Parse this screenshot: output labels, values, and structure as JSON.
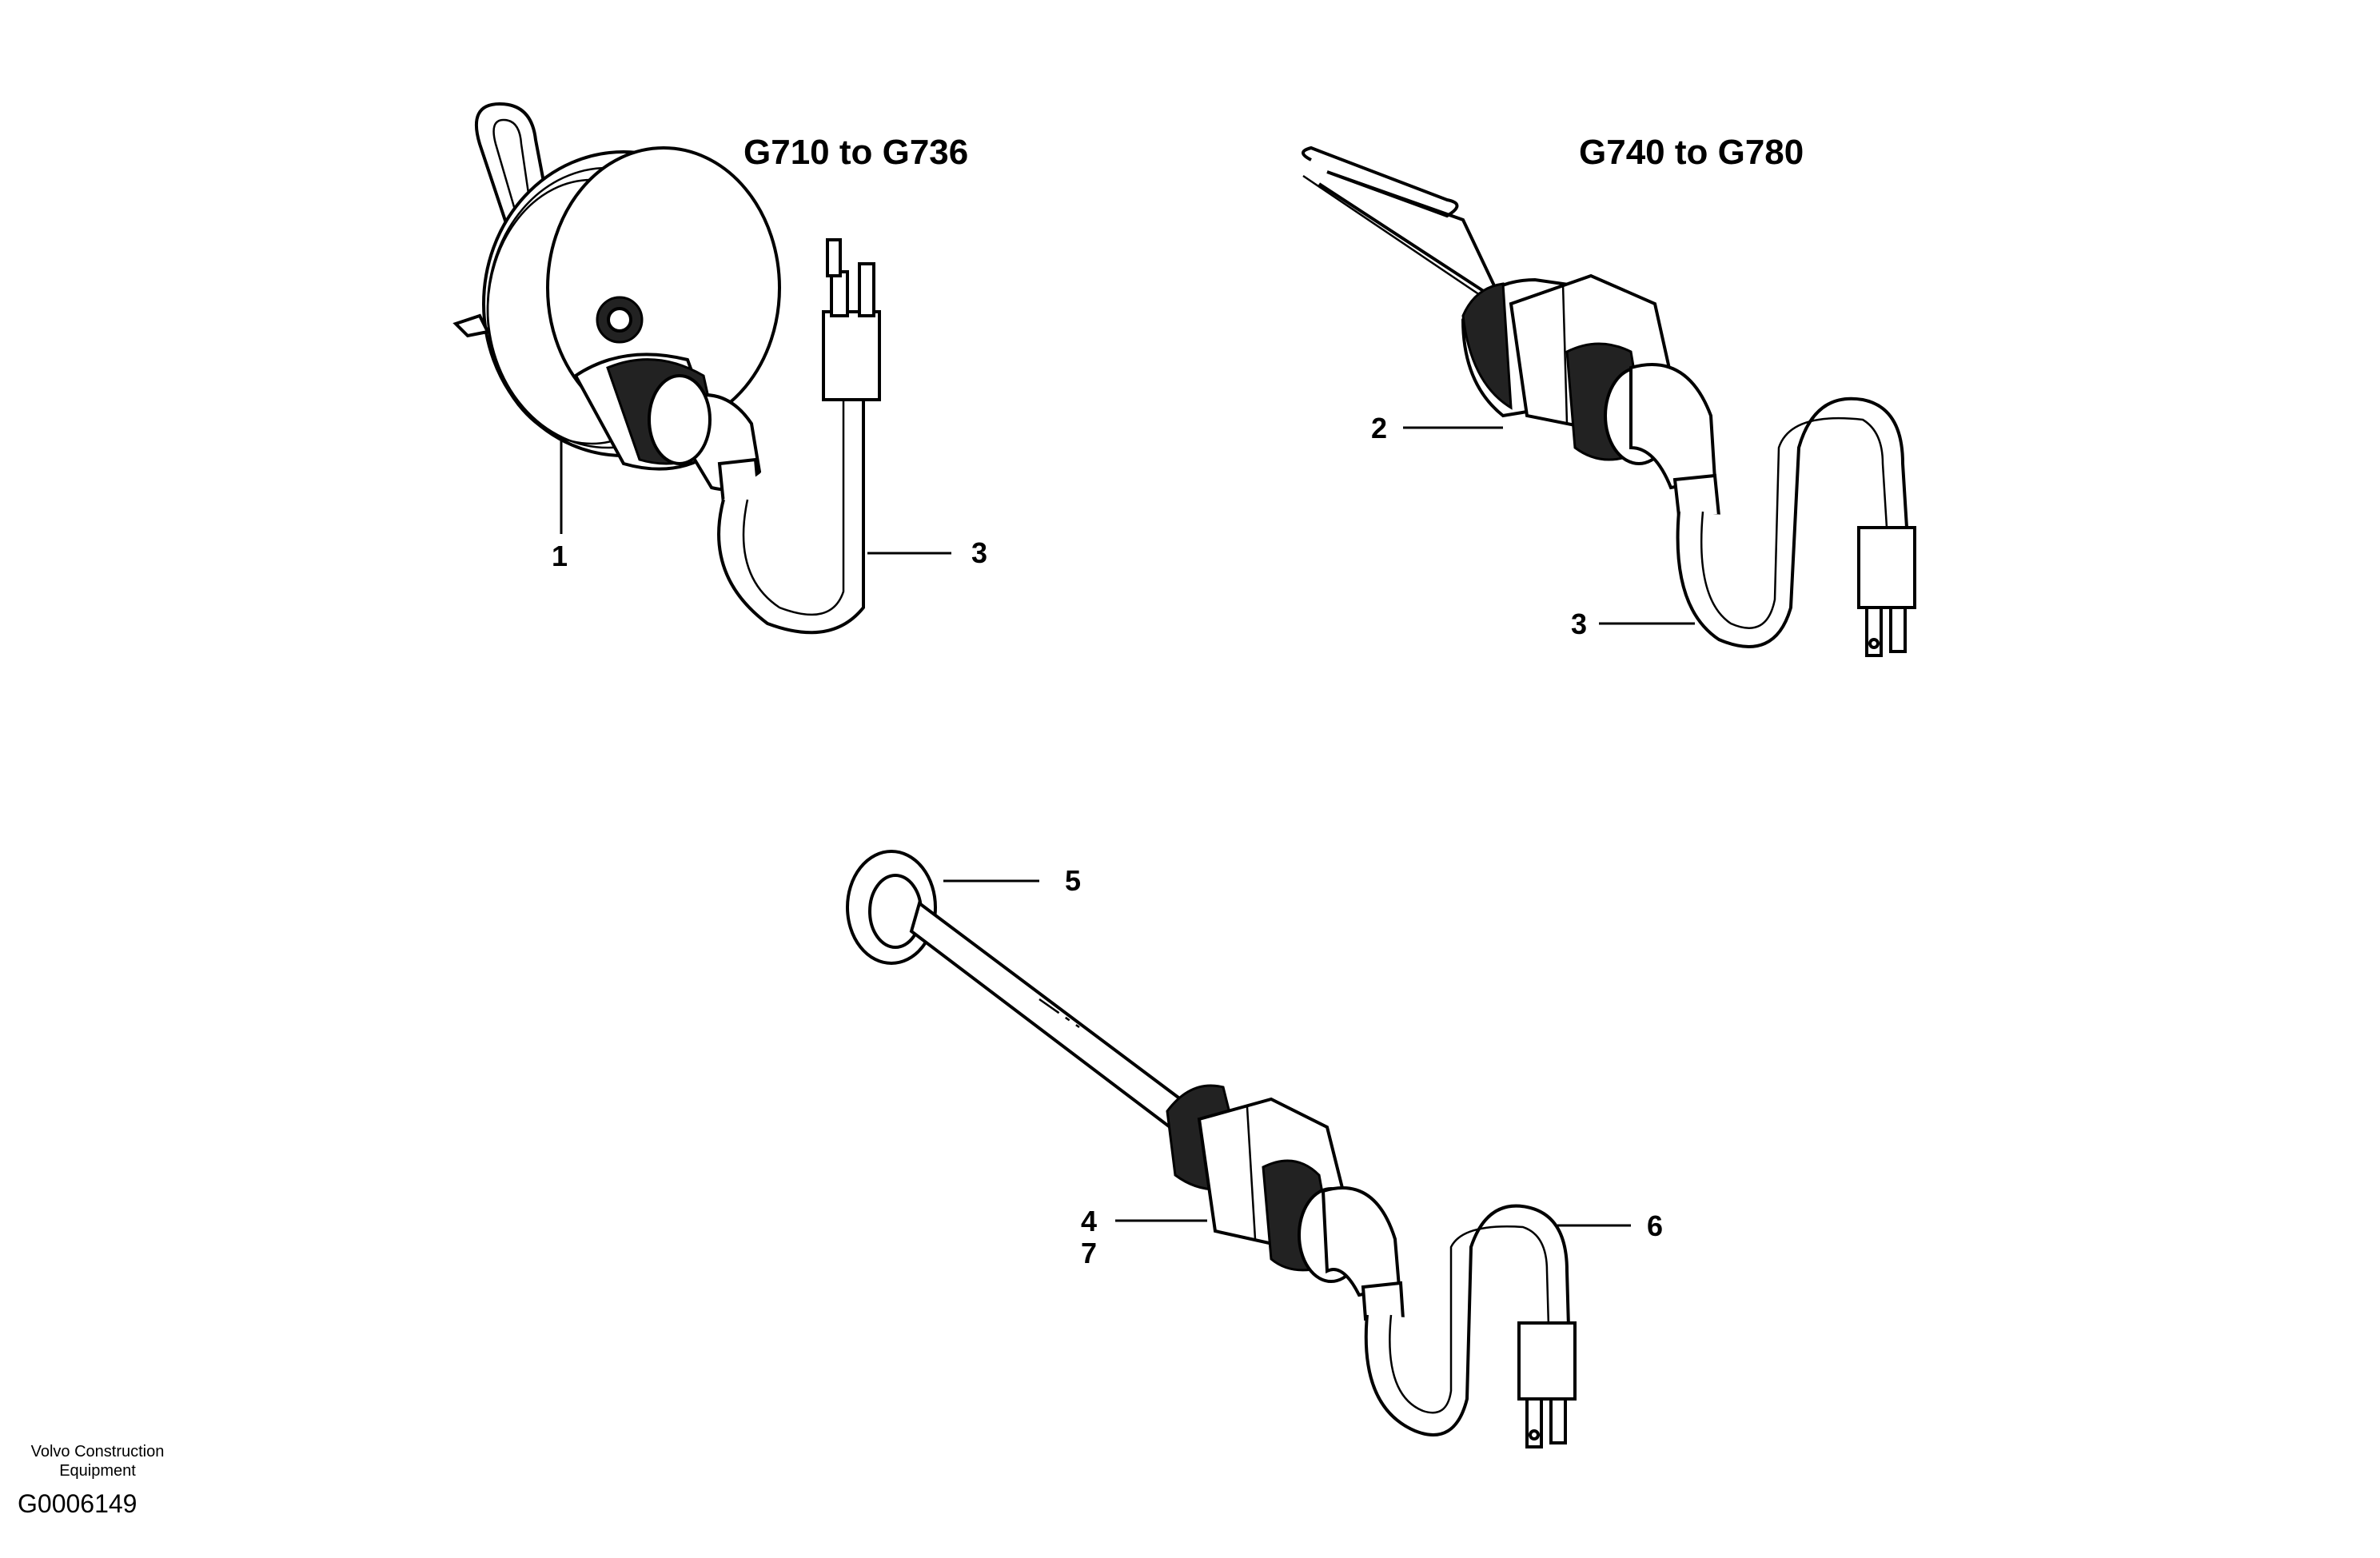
{
  "diagram": {
    "variants": [
      {
        "title": "G710 to G736"
      },
      {
        "title": "G740 to G780"
      }
    ],
    "callouts": {
      "c1": "1",
      "c2": "2",
      "c3a": "3",
      "c3b": "3",
      "c4": "4",
      "c5": "5",
      "c6": "6",
      "c7": "7"
    }
  },
  "footer": {
    "company_line1": "Volvo Construction",
    "company_line2": "Equipment",
    "figure_id": "G0006149"
  }
}
